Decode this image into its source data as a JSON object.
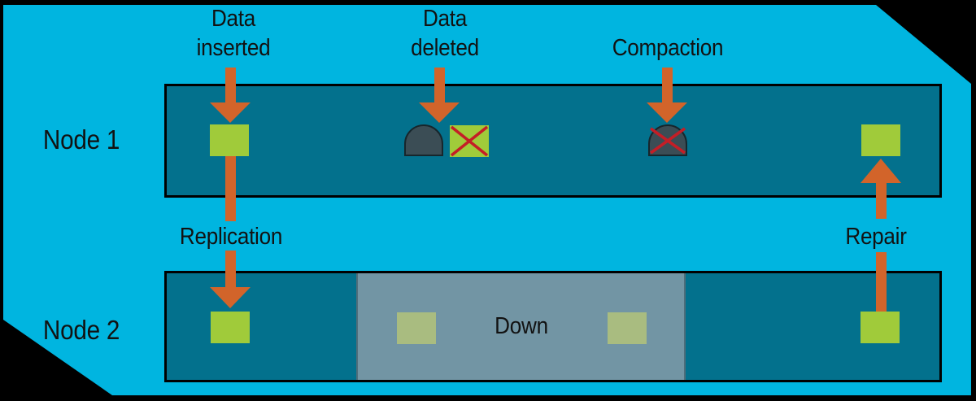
{
  "nodes": [
    {
      "label": "Node 1"
    },
    {
      "label": "Node 2"
    }
  ],
  "annotations": {
    "data_inserted": "Data\ninserted",
    "data_deleted": "Data\ndeleted",
    "compaction": "Compaction",
    "replication": "Replication",
    "repair": "Repair",
    "down": "Down"
  },
  "colors": {
    "panel": "#00b5e0",
    "node_bar": "#03718d",
    "down_overlay": "#7295a4",
    "data_block": "#a0cb3a",
    "faded_block": "#a9bc80",
    "arrow": "#d2642a",
    "tombstone": "#3b4d55",
    "cross": "#c41e26",
    "text": "#121212",
    "outline": "#000000"
  }
}
